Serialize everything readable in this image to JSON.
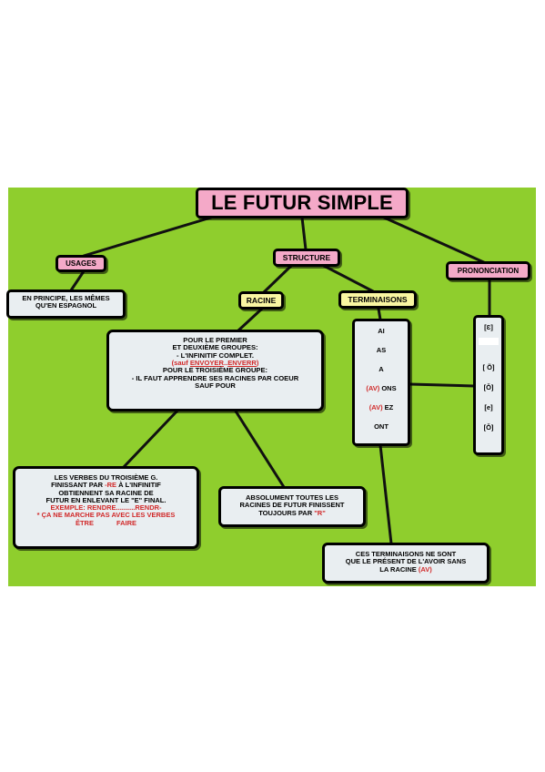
{
  "title": "LE FUTUR SIMPLE",
  "usages": {
    "label": "USAGES",
    "text": [
      "EN PRINCIPE, LES MÊMES",
      "QU'EN ESPAGNOL"
    ]
  },
  "structure": {
    "label": "STRUCTURE"
  },
  "prononciation": {
    "label": "PRONONCIATION",
    "sounds": [
      "[Ɛ]",
      "[ Õ]",
      "[Ǒ]",
      "[e]",
      "[Ǒ]"
    ]
  },
  "racine": {
    "label": "RACINE",
    "text": {
      "line1": "POUR LE PREMIER",
      "line2": "ET DEUXIÈME GROUPES:",
      "line3": "- L'INFINITIF COMPLET.",
      "line4_open": "(sauf ",
      "line4_a": "ENVOYER",
      "line4_sep": "..",
      "line4_b": "ENVERR",
      "line4_close": ")",
      "line5": "POUR LE TROISIÈME GROUPE:",
      "line6": "- IL FAUT APPRENDRE SES RACINES PAR COEUR",
      "line7": "SAUF POUR"
    }
  },
  "third_group": {
    "line1": "LES VERBES DU TROISIÈME G.",
    "line2_pre": "FINISSANT PAR ",
    "line2_red": "-RE",
    "line2_post": " À  L'INFINITIF",
    "line3": "OBTIENNENT SA RACINE DE",
    "line4": "FUTUR EN ENLEVANT LE \"E\" FINAL.",
    "example": "EXEMPLE: RENDRE..........RENDR-",
    "warning": "* ÇA NE MARCHE PAS AVEC LES VERBES",
    "warning2_a": "ÊTRE",
    "warning2_b": "FAIRE"
  },
  "all_racines": {
    "line1": "ABSOLUMENT TOUTES LES",
    "line2": "RACINES DE FUTUR FINISSENT",
    "line3_pre": "TOUJOURS PAR ",
    "line3_red": "\"R\""
  },
  "terminaisons": {
    "label": "TERMINAISONS",
    "endings": [
      {
        "tag": "",
        "text": "AI"
      },
      {
        "tag": "",
        "text": "AS"
      },
      {
        "tag": "",
        "text": "A"
      },
      {
        "tag": "(AV)",
        "text": " ONS"
      },
      {
        "tag": "(AV)",
        "text": " EZ"
      },
      {
        "tag": "",
        "text": "ONT"
      }
    ]
  },
  "avoir_note": {
    "line1": "CES TERMINAISONS NE SONT",
    "line2": "QUE LE PRÉSENT DE L'AVOIR SANS",
    "line3_pre": "LA RACINE ",
    "line3_red": "(AV)"
  },
  "colors": {
    "background": "#8fce2d",
    "main_box": "#f4a9c8",
    "sub_box": "#f9f6a2",
    "text_box": "#e9eef1",
    "highlight": "#d12a2a"
  }
}
